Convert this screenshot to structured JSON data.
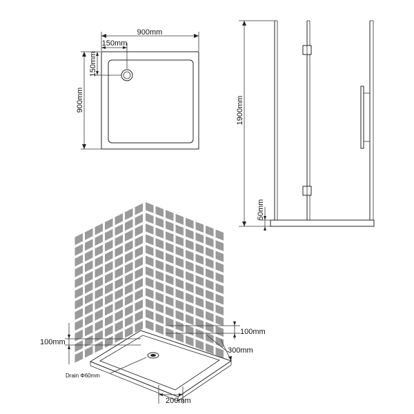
{
  "plan_view": {
    "width_label": "900mm",
    "depth_label": "900mm",
    "drain_x_offset_label": "150mm",
    "drain_y_offset_label": "150mm"
  },
  "elevation_view": {
    "height_label": "1900mm",
    "base_label": "50mm"
  },
  "isometric_view": {
    "left_height_label": "100mm",
    "right_height_label": "100mm",
    "right_depth_label": "300mm",
    "front_width_label": "200mm",
    "drain_label": "Drain  Φ60mm"
  },
  "colors": {
    "tile": "#9a9a9a",
    "line": "#222222"
  }
}
